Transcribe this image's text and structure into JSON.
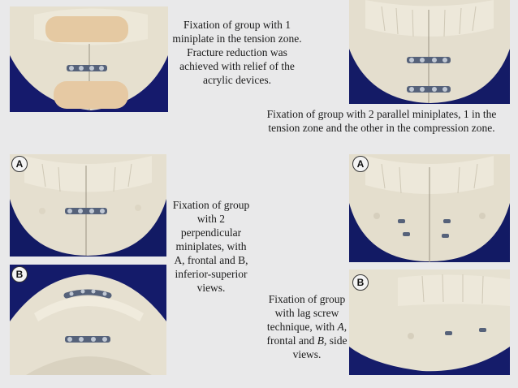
{
  "captions": {
    "c1": "Fixation of group with 1 miniplate in the tension zone. Fracture reduction was achieved with relief of the acrylic devices.",
    "c2": "Fixation of group with 2 parallel miniplates, 1 in the tension zone and the other in the compression zone.",
    "c3": "Fixation of group with 2 perpendicular miniplates, with A, frontal and B, inferior-superior views.",
    "c4_pre": "Fixation of group with lag screw technique, with",
    "c4_a": "A,",
    "c4_mid": "frontal and",
    "c4_b": "B,",
    "c4_post": "side views."
  },
  "badges": {
    "a": "A",
    "b": "B"
  }
}
